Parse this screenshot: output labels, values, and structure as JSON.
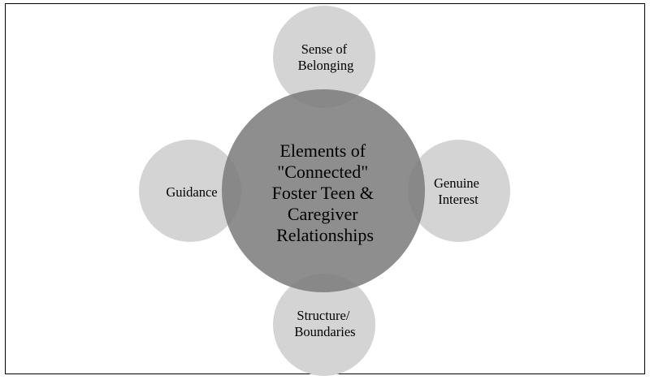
{
  "diagram": {
    "center": {
      "lines": [
        "Elements of",
        "\"Connected\"",
        "Foster Teen &",
        "Caregiver",
        "Relationships"
      ]
    },
    "satellites": {
      "top": {
        "lines": [
          "Sense of",
          "Belonging"
        ]
      },
      "right": {
        "lines": [
          "Genuine",
          "Interest"
        ]
      },
      "bottom": {
        "lines": [
          "Structure/",
          "Boundaries"
        ]
      },
      "left": {
        "lines": [
          "Guidance"
        ]
      }
    },
    "colors": {
      "center_fill": "#8c8c8c",
      "satellite_fill": "#d4d4d4",
      "border": "#000000",
      "background": "#ffffff"
    }
  }
}
